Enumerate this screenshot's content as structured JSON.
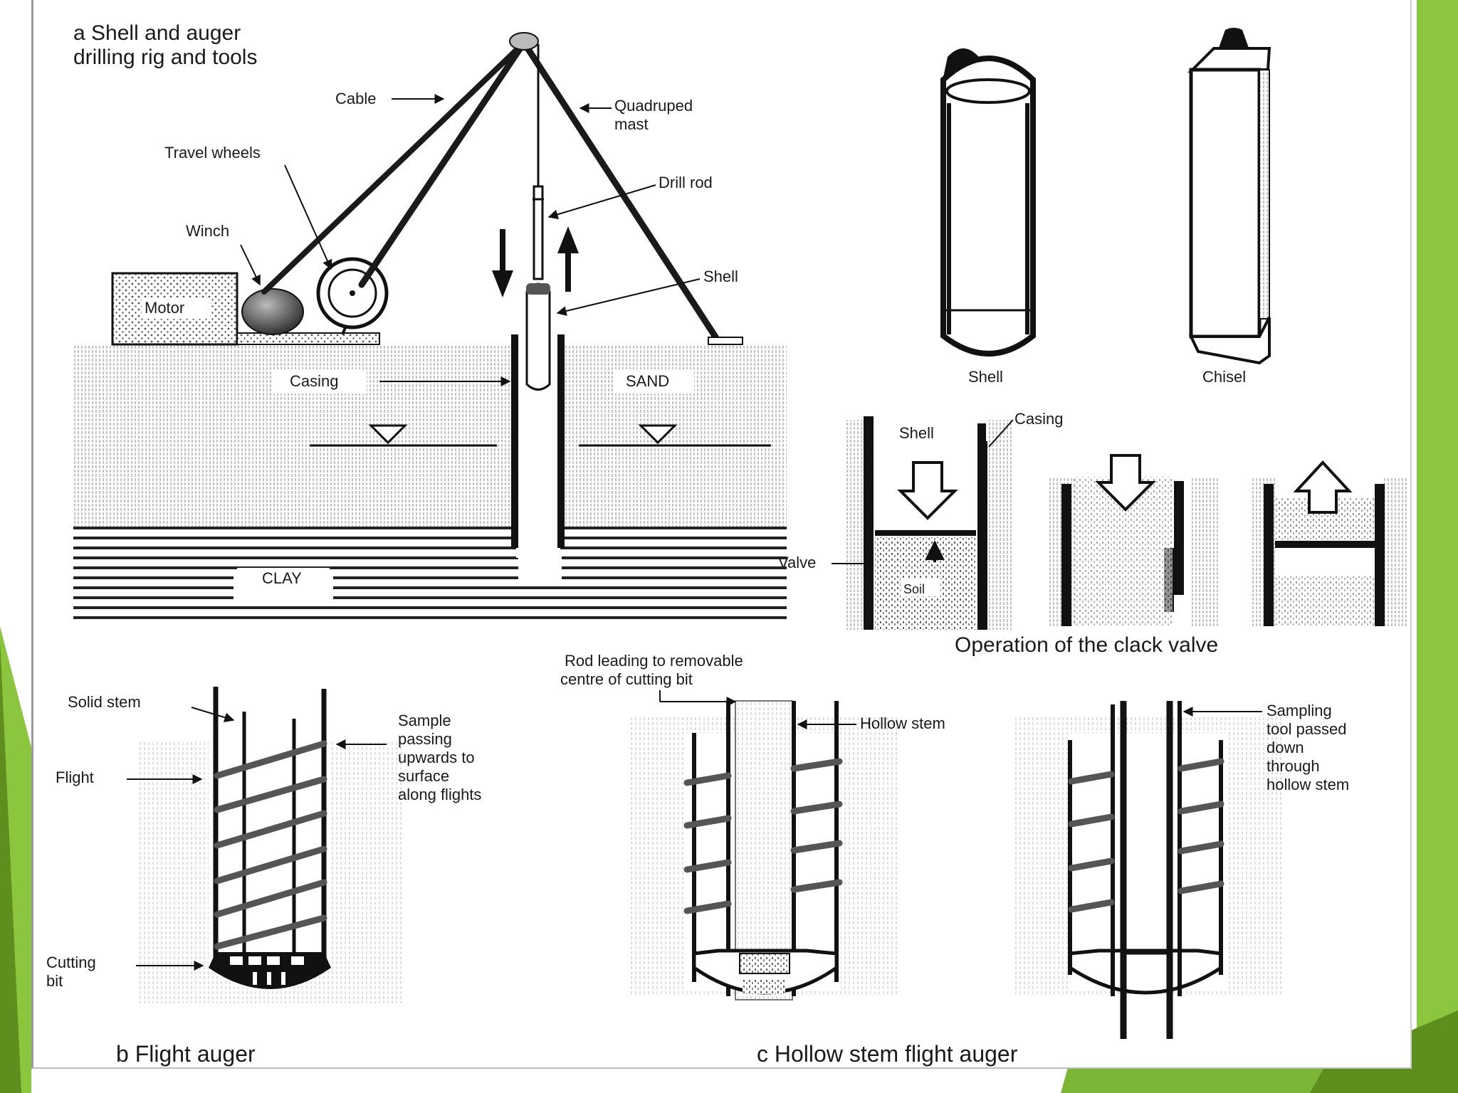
{
  "colors": {
    "accent_green": "#8cc63f",
    "dark_green": "#5e8f1e",
    "ink": "#1a1a1a"
  },
  "panel_a": {
    "title_line1": "a  Shell and auger",
    "title_line2": "drilling rig and tools",
    "cable": "Cable",
    "mast_line1": "Quadruped",
    "mast_line2": "mast",
    "travel_wheels": "Travel wheels",
    "drill_rod": "Drill rod",
    "winch": "Winch",
    "motor": "Motor",
    "shell": "Shell",
    "casing": "Casing",
    "sand": "SAND",
    "clay": "CLAY"
  },
  "tools": {
    "shell": "Shell",
    "chisel": "Chisel"
  },
  "clack": {
    "shell": "Shell",
    "casing": "Casing",
    "valve": "Valve",
    "soil": "Soil",
    "caption": "Operation of the clack valve"
  },
  "panel_b": {
    "solid_stem": "Solid stem",
    "flight": "Flight",
    "sample_lines": [
      "Sample",
      "passing",
      "upwards to",
      "surface",
      "along flights"
    ],
    "cutting_line1": "Cutting",
    "cutting_line2": "bit",
    "caption": "b  Flight auger"
  },
  "panel_c": {
    "rod_line1": "Rod leading to removable",
    "rod_line2": "centre of cutting bit",
    "hollow_stem": "Hollow stem",
    "sampling_lines": [
      "Sampling",
      "tool passed",
      "down",
      "through",
      "hollow stem"
    ],
    "caption": "c  Hollow stem flight auger"
  }
}
